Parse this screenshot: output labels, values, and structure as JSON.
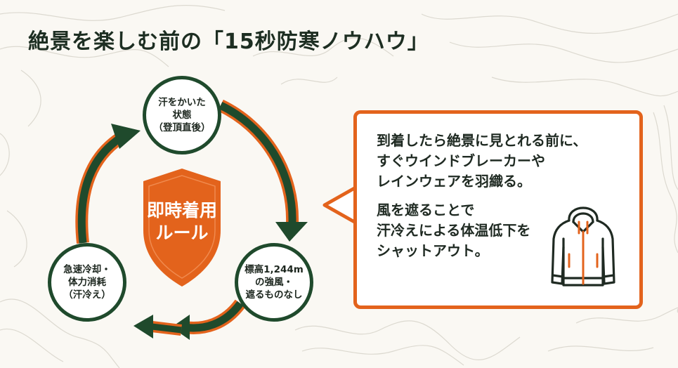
{
  "title": "絶景を楽しむ前の「15秒防寒ノウハウ」",
  "colors": {
    "dark_green": "#1f4a2c",
    "orange": "#e3631c",
    "background": "#faf8f3",
    "text": "#1f2a22"
  },
  "cycle": {
    "center_label": [
      "即時着用",
      "ルール"
    ],
    "nodes": [
      {
        "id": "top",
        "lines": [
          "汗をかいた",
          "状態",
          "（登頂直後）"
        ]
      },
      {
        "id": "right",
        "lines": [
          "標高1,244m",
          "の強風・",
          "遮るものなし"
        ]
      },
      {
        "id": "left",
        "lines": [
          "急速冷却・",
          "体力消耗",
          "（汗冷え）"
        ]
      }
    ]
  },
  "callout": {
    "paragraph1": [
      "到着したら絶景に見とれる前に、",
      "すぐウインドブレーカーや",
      "レインウェアを羽織る。"
    ],
    "paragraph2": [
      "風を遮ることで",
      "汗冷えによる体温低下を",
      "シャットアウト。"
    ],
    "icon": "jacket-icon"
  }
}
